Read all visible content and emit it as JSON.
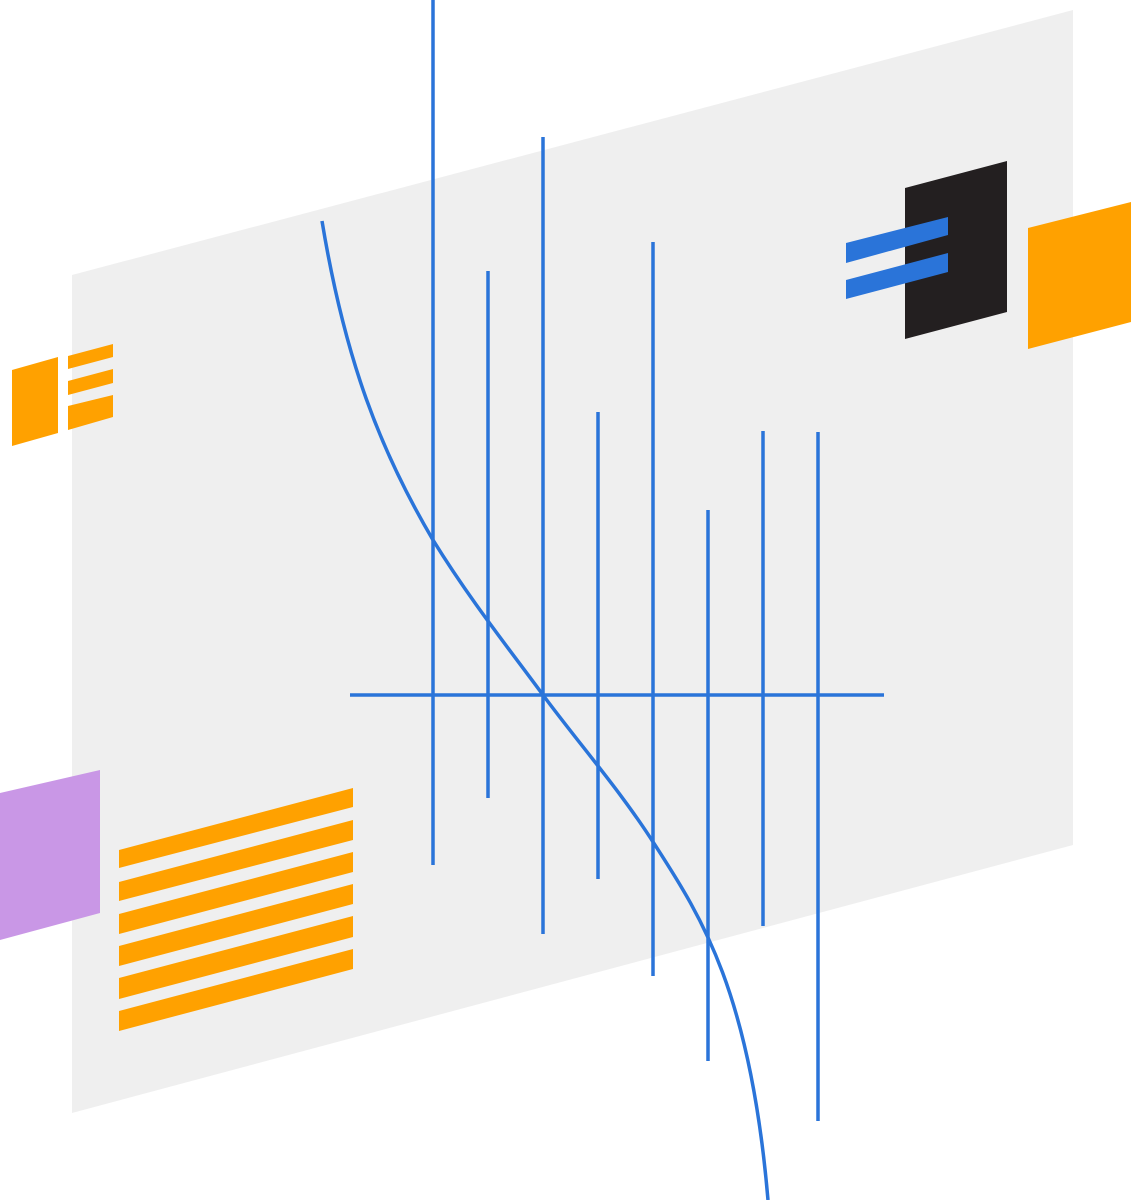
{
  "illustration": {
    "colors": {
      "panel": "#efefef",
      "blue": "#2a74d9",
      "orange": "#ffa100",
      "black": "#231f20",
      "purple": "#c997e6"
    },
    "parts": [
      "grey-panel",
      "blue-vertical-lines",
      "blue-horizontal-axis",
      "blue-curve",
      "black-square",
      "blue-double-bar",
      "orange-tilted-square",
      "orange-small-square",
      "orange-small-bars",
      "purple-block",
      "orange-stripes"
    ]
  }
}
